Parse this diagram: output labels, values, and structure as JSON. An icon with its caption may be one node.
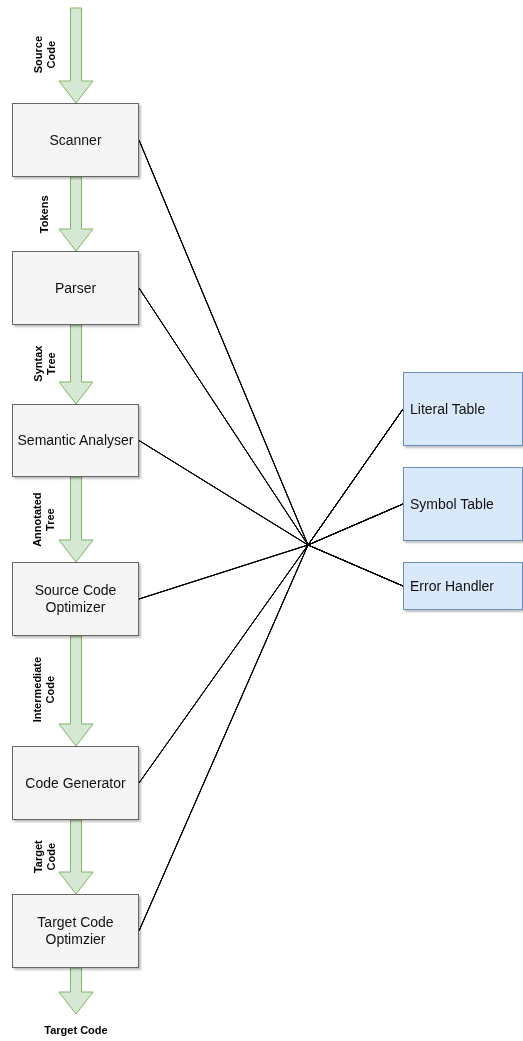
{
  "diagram": {
    "nodes": [
      {
        "text": [
          "Scanner"
        ]
      },
      {
        "text": [
          "Parser"
        ]
      },
      {
        "text": [
          "Semantic Analyser"
        ]
      },
      {
        "text": [
          "Source Code Optimizer"
        ]
      },
      {
        "text": [
          "Code Generator"
        ]
      },
      {
        "text": [
          "Target Code Optimzier"
        ]
      },
      {
        "text": [
          "Literal Table"
        ]
      },
      {
        "text": [
          "Symbol Table"
        ]
      },
      {
        "text": [
          "Error Handler"
        ]
      }
    ],
    "edges": [
      {
        "from": null,
        "to": 0,
        "arrow": "to",
        "label": "Source Code",
        "style": "thick"
      },
      {
        "from": 0,
        "to": 1,
        "arrow": "to",
        "label": "Tokens",
        "style": "thick"
      },
      {
        "from": 1,
        "to": 2,
        "arrow": "to",
        "label": "Syntax Tree",
        "style": "thick"
      },
      {
        "from": 2,
        "to": 3,
        "arrow": "to",
        "label": "Annotated Tree",
        "style": "thick"
      },
      {
        "from": 3,
        "to": 4,
        "arrow": "to",
        "label": "Intermediate Code",
        "style": "thick"
      },
      {
        "from": 4,
        "to": 5,
        "arrow": "to",
        "label": "Target Code",
        "style": "thick"
      },
      {
        "from": 5,
        "to": null,
        "arrow": "to",
        "label": "Target Code",
        "style": "thick"
      },
      {
        "from": 0,
        "to": 6,
        "arrow": "none"
      },
      {
        "from": 0,
        "to": 7,
        "arrow": "none"
      },
      {
        "from": 0,
        "to": 8,
        "arrow": "none"
      },
      {
        "from": 1,
        "to": 6,
        "arrow": "none"
      },
      {
        "from": 1,
        "to": 7,
        "arrow": "none"
      },
      {
        "from": 1,
        "to": 8,
        "arrow": "none"
      },
      {
        "from": 2,
        "to": 6,
        "arrow": "none"
      },
      {
        "from": 2,
        "to": 7,
        "arrow": "none"
      },
      {
        "from": 2,
        "to": 8,
        "arrow": "none"
      },
      {
        "from": 3,
        "to": 6,
        "arrow": "none"
      },
      {
        "from": 3,
        "to": 7,
        "arrow": "none"
      },
      {
        "from": 3,
        "to": 8,
        "arrow": "none"
      },
      {
        "from": 4,
        "to": 6,
        "arrow": "none"
      },
      {
        "from": 4,
        "to": 7,
        "arrow": "none"
      },
      {
        "from": 4,
        "to": 8,
        "arrow": "none"
      },
      {
        "from": 5,
        "to": 6,
        "arrow": "none"
      },
      {
        "from": 5,
        "to": 7,
        "arrow": "none"
      },
      {
        "from": 5,
        "to": 8,
        "arrow": "none"
      }
    ]
  }
}
